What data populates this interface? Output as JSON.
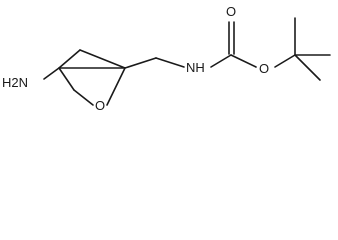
{
  "molecule": {
    "atoms": {
      "h2n": "H2N",
      "o_ring": "O",
      "nh": "NH",
      "o_carbonyl": "O",
      "o_ester": "O"
    }
  }
}
